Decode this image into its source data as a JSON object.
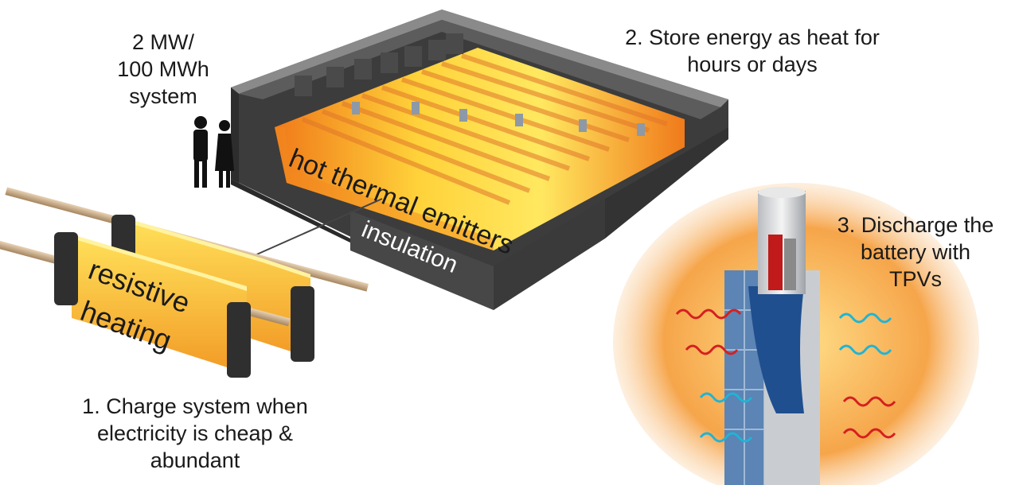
{
  "labels": {
    "system_size_line1": "2 MW/",
    "system_size_line2": "100 MWh",
    "system_size_line3": "system",
    "step2_line1": "2. Store energy as heat for",
    "step2_line2": "hours or days",
    "step3_line1": "3. Discharge the",
    "step3_line2": "battery with",
    "step3_line3": "TPVs",
    "step1_line1": "1. Charge system when",
    "step1_line2": "electricity is cheap &",
    "step1_line3": "abundant",
    "emitters": "hot thermal emitters",
    "insulation": "insulation",
    "heater_line1": "resistive",
    "heater_line2": "heating"
  },
  "colors": {
    "hot_core": "#fff27a",
    "hot_edge": "#f28a1f",
    "insulation": "#4a4a4a",
    "cool_photon": "#1fb4d6",
    "hot_photon": "#d42020",
    "tpv_cell": "#3b6fa8"
  }
}
